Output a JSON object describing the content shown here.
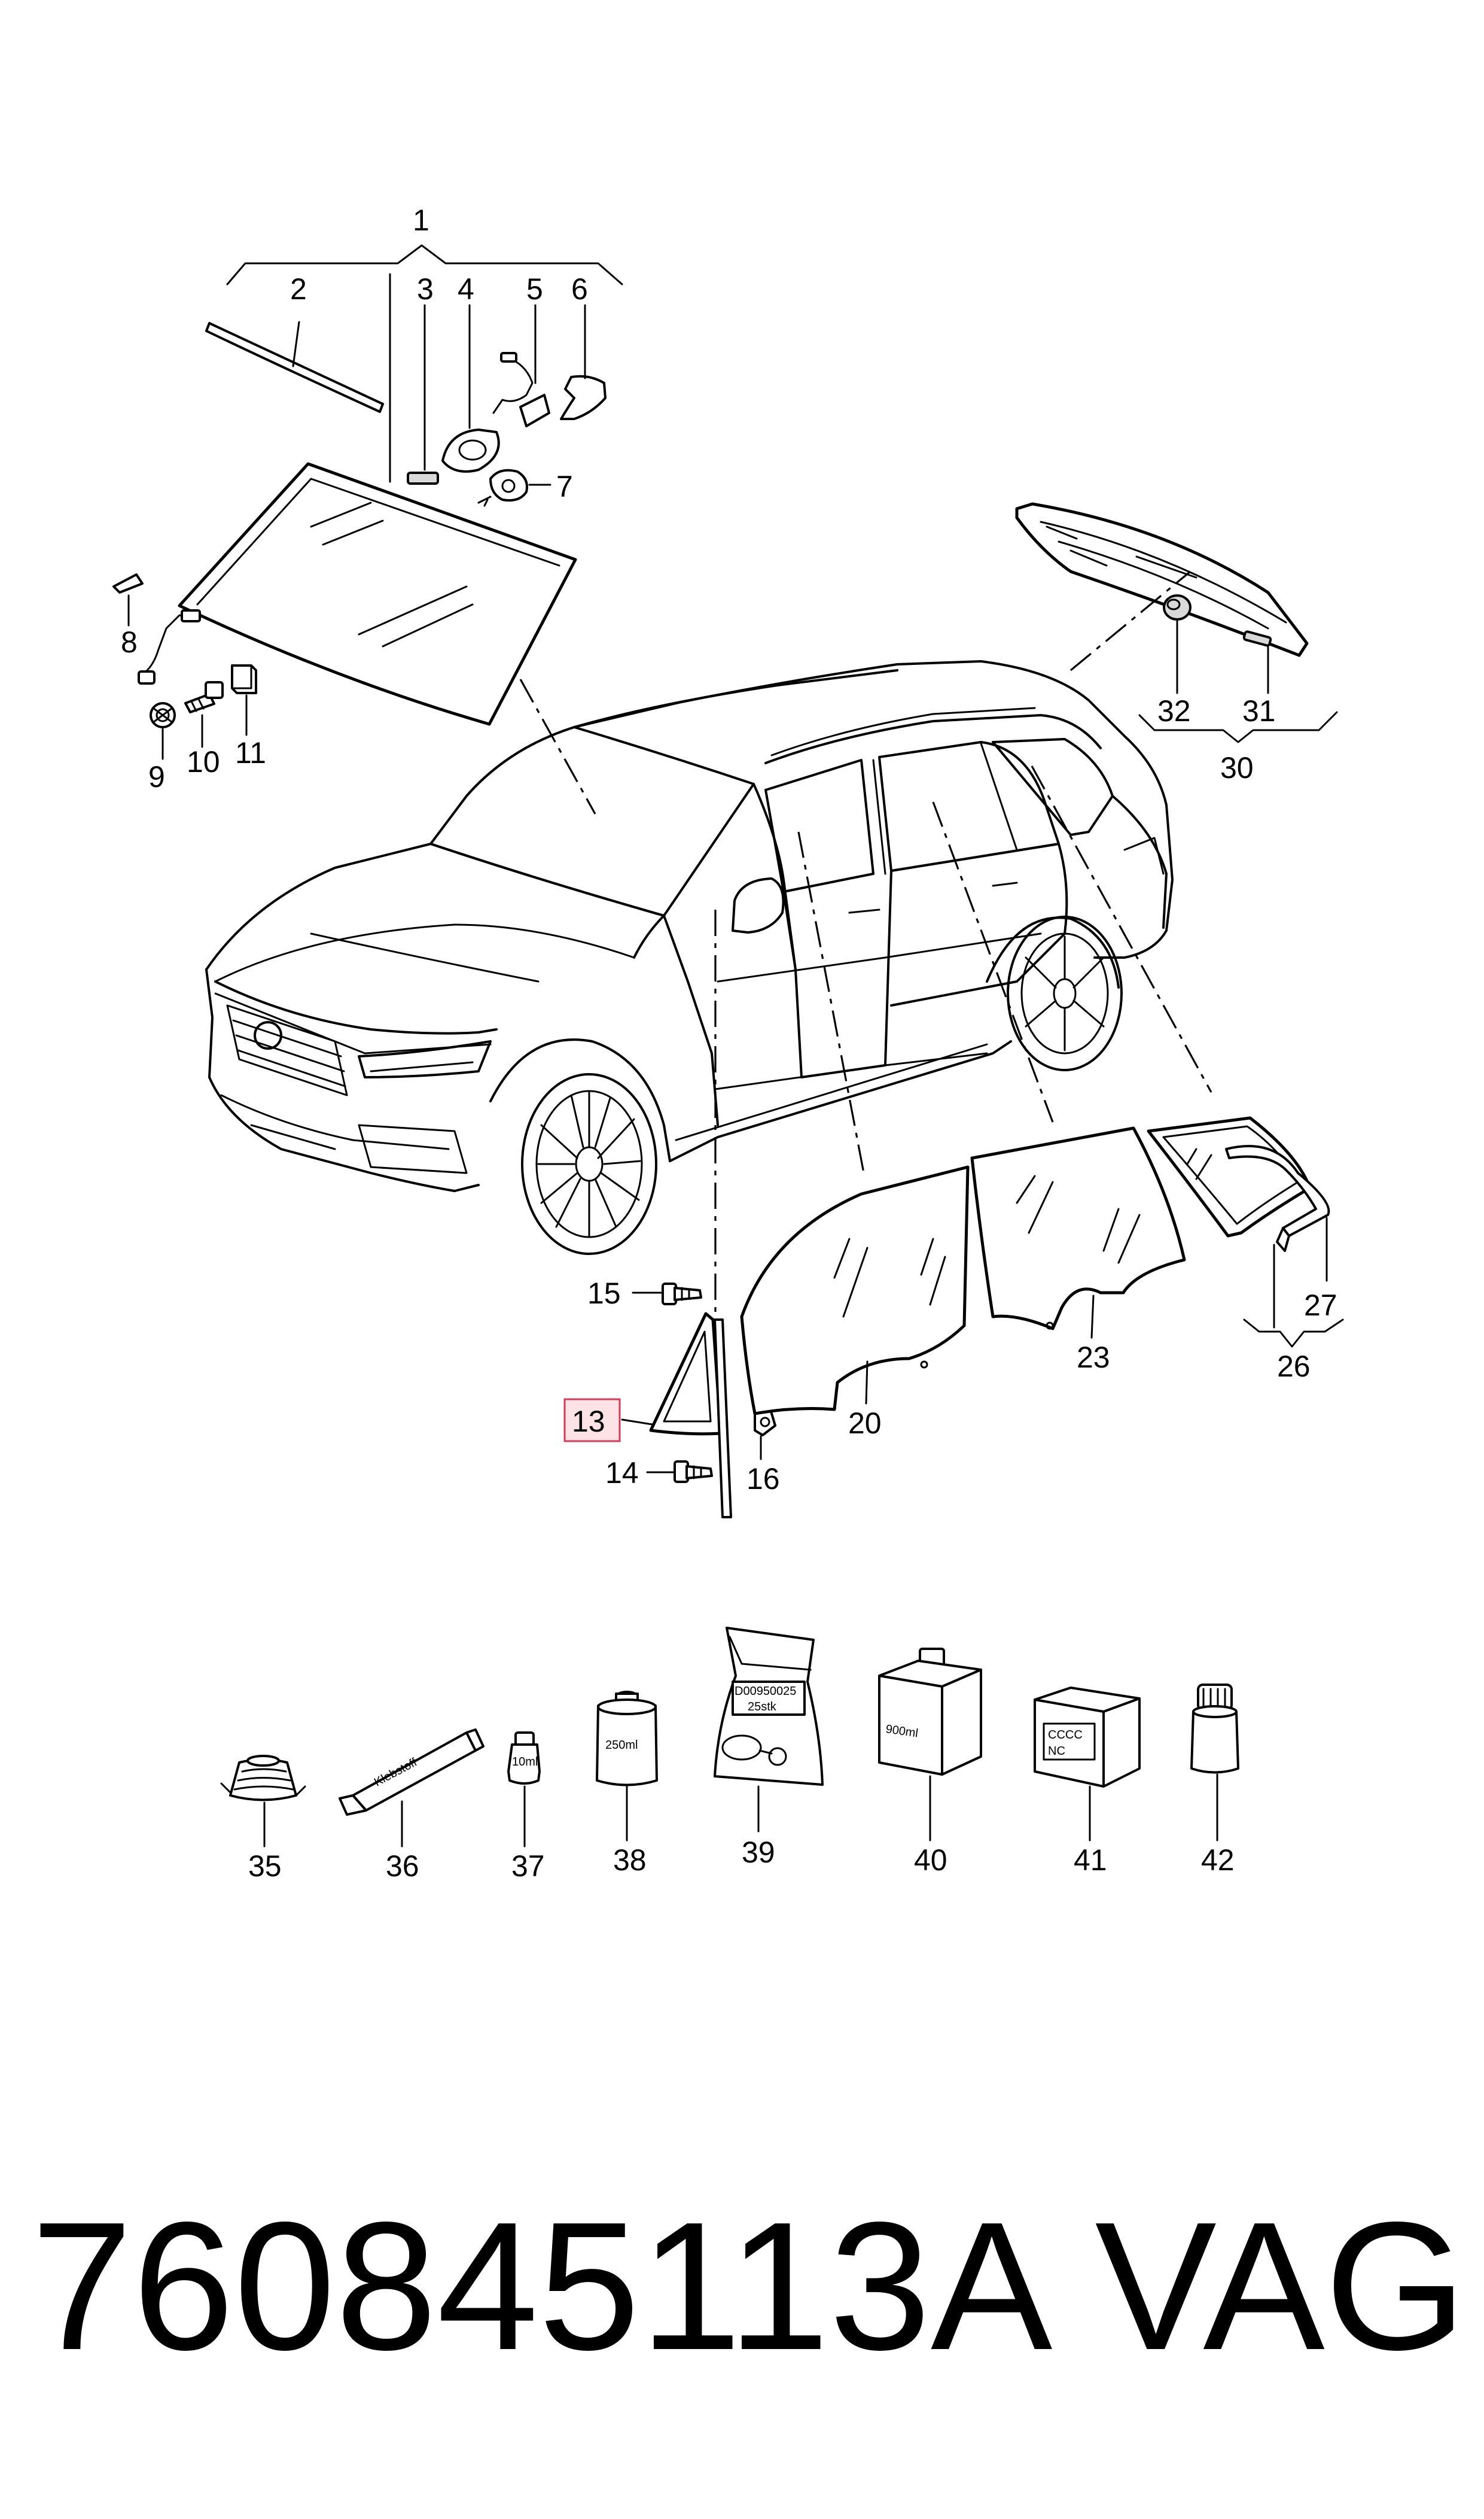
{
  "labels": {
    "l1": "1",
    "l2": "2",
    "l3": "3",
    "l4": "4",
    "l5": "5",
    "l6": "6",
    "l7": "7",
    "l8": "8",
    "l9": "9",
    "l10": "10",
    "l11": "11",
    "l13": "13",
    "l14": "14",
    "l15": "15",
    "l16": "16",
    "l20": "20",
    "l23": "23",
    "l26": "26",
    "l27": "27",
    "l30": "30",
    "l31": "31",
    "l32": "32",
    "l35": "35",
    "l36": "36",
    "l37": "37",
    "l38": "38",
    "l39": "39",
    "l40": "40",
    "l41": "41",
    "l42": "42"
  },
  "highlighted_label": "13",
  "product_text": {
    "kit_code": "D00950025",
    "kit_pieces": "25stk",
    "tube": "Klebstoff",
    "bottle_37": "10ml",
    "can_38": "250ml",
    "box_40": "900ml",
    "box_41_a": "CCCC",
    "box_41_b": "NC"
  },
  "caption": {
    "part_number": "760845113A",
    "brand": "VAG"
  }
}
